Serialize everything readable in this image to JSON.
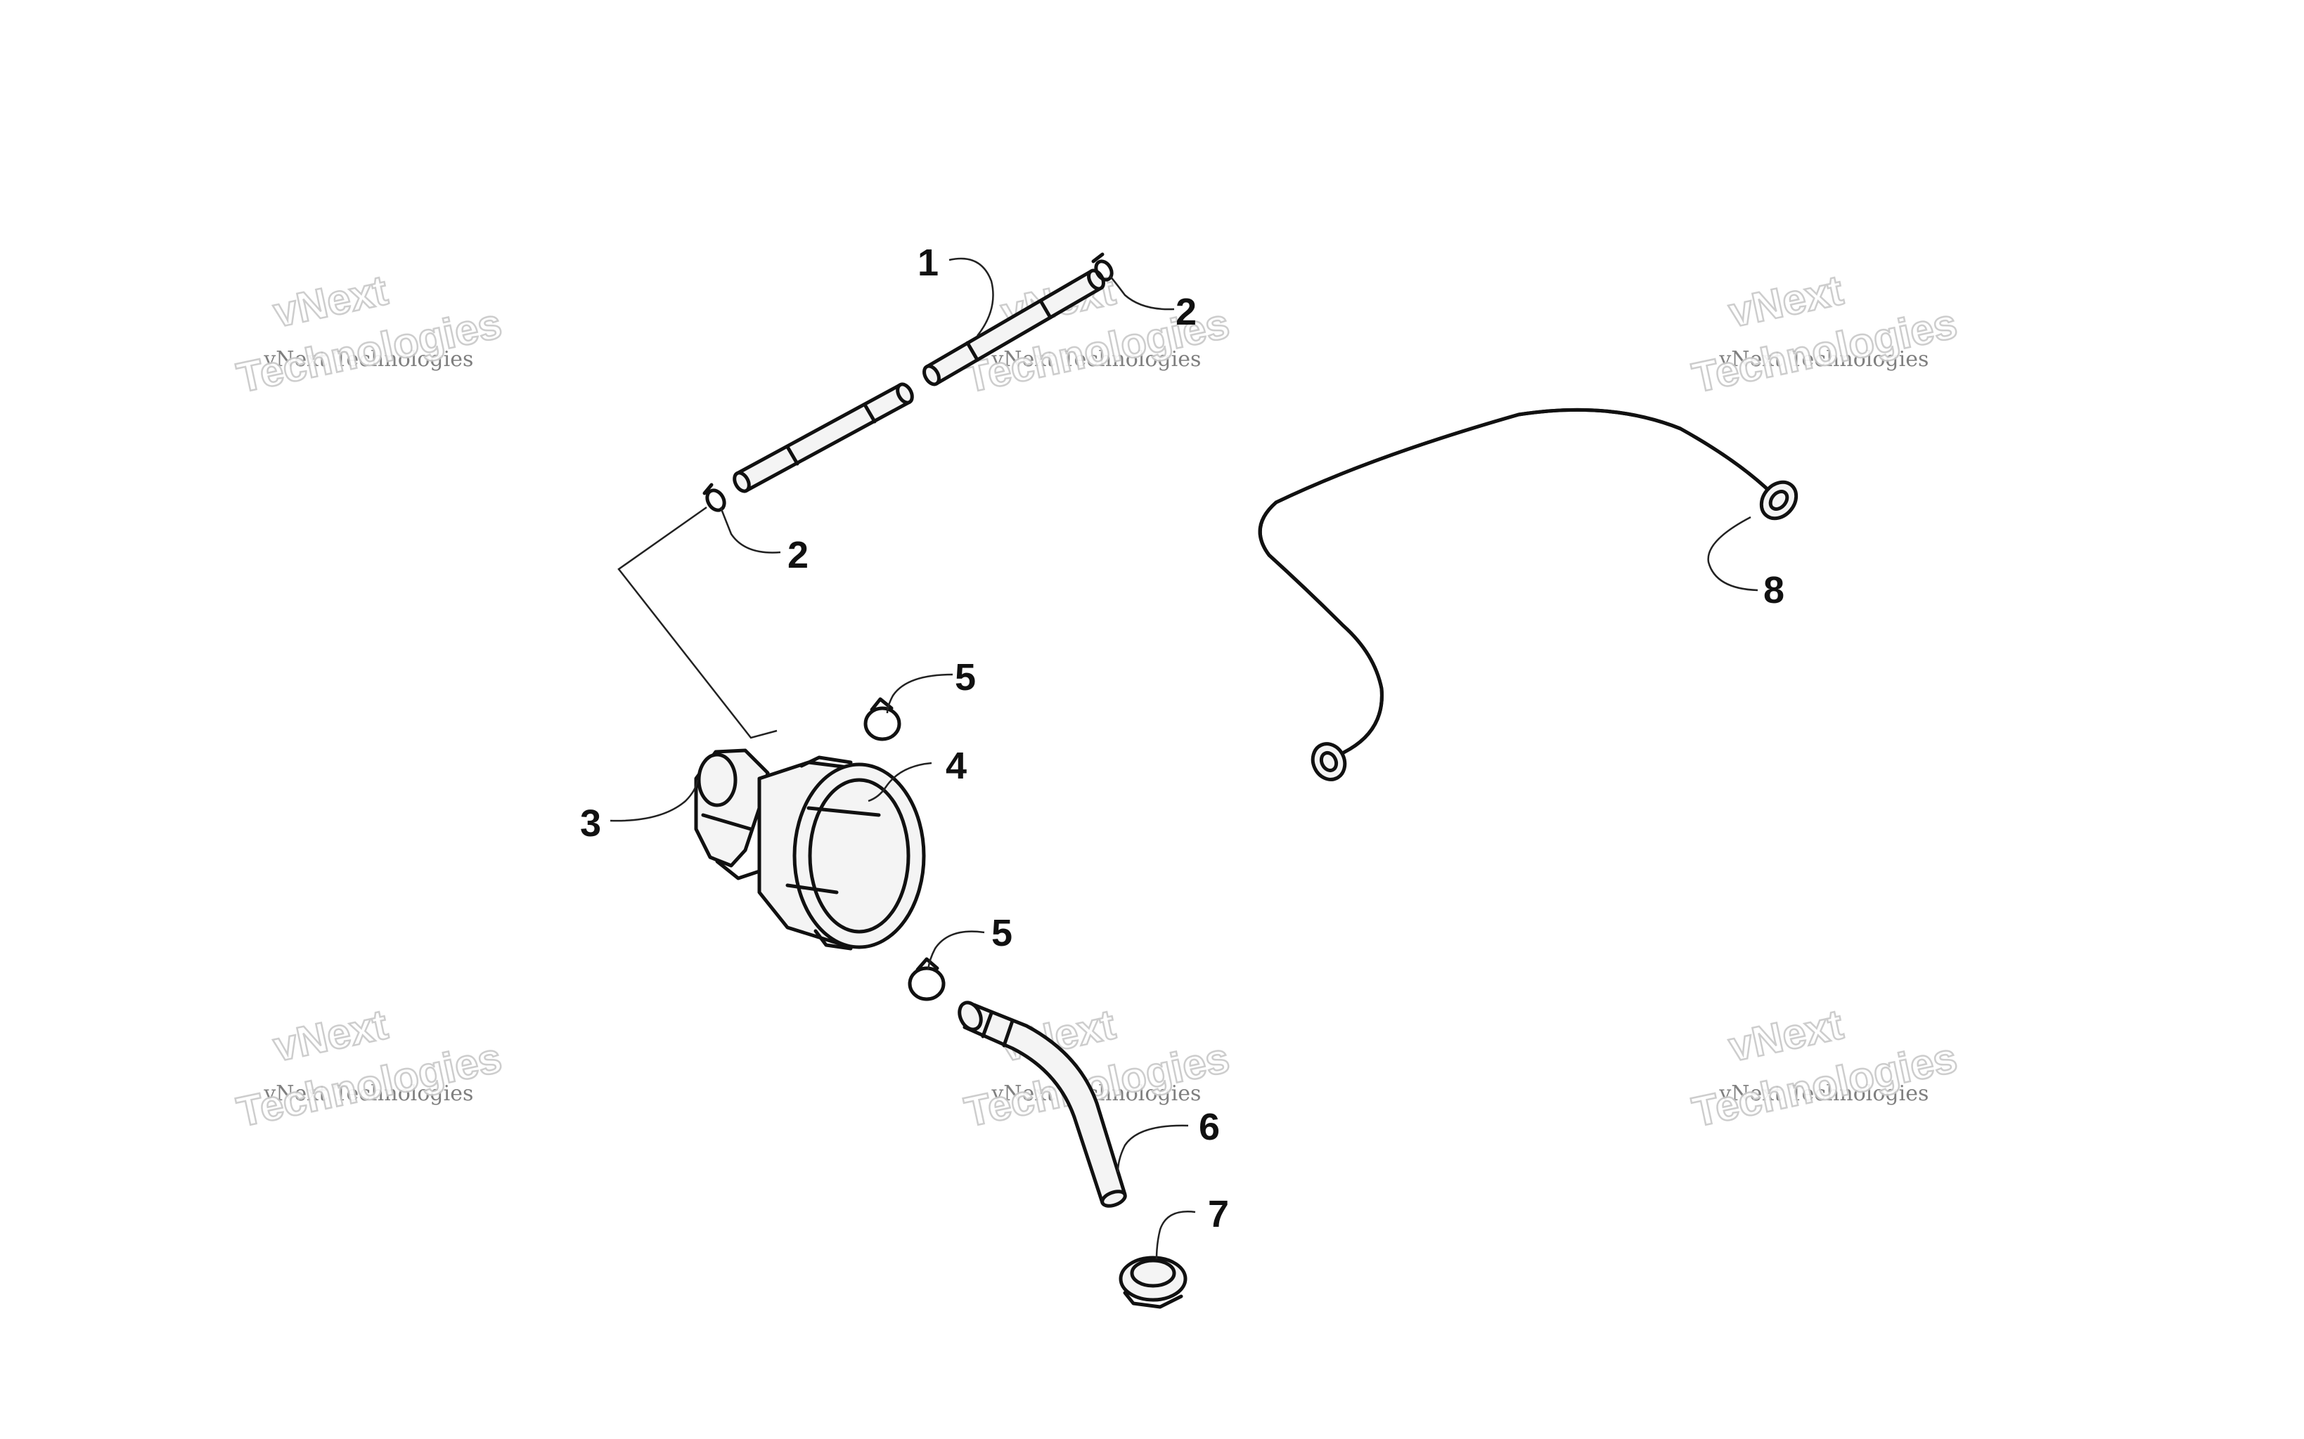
{
  "watermark": {
    "line_small": "vNext Technologies",
    "line_big_top": "vNext",
    "line_big_bottom": "Technologies"
  },
  "callouts": {
    "c1": "1",
    "c2a": "2",
    "c2b": "2",
    "c3": "3",
    "c4": "4",
    "c5a": "5",
    "c5b": "5",
    "c6": "6",
    "c7": "7",
    "c8": "8"
  }
}
